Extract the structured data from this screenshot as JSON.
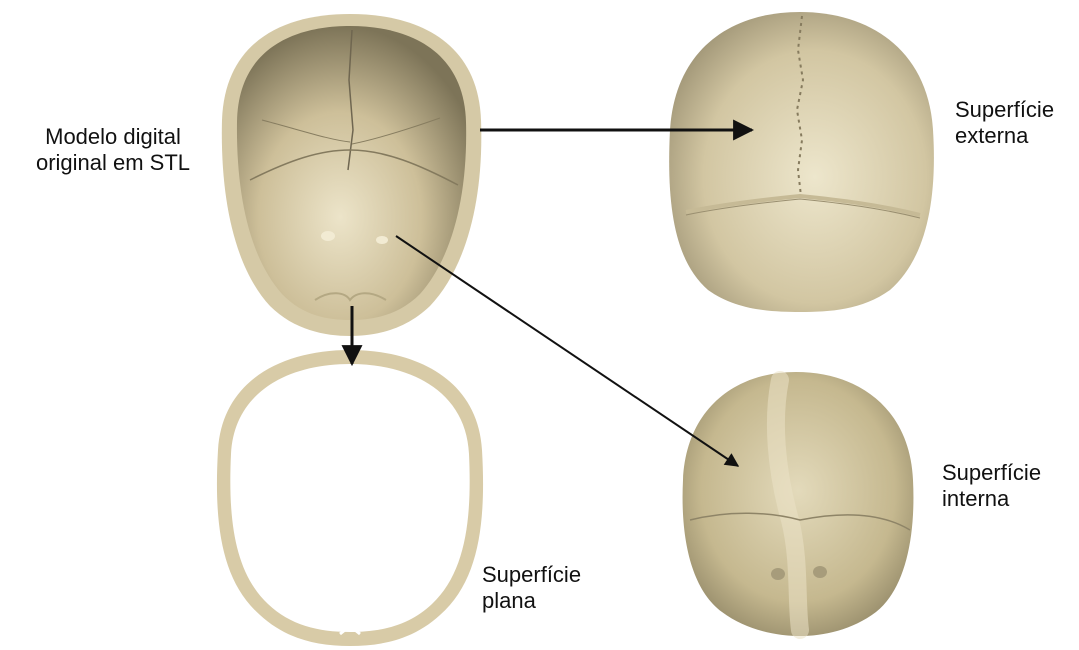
{
  "labels": {
    "original": {
      "line1": "Modelo digital",
      "line2": "original em STL"
    },
    "externa": {
      "line1": "Superfície",
      "line2": "externa"
    },
    "interna": {
      "line1": "Superfície",
      "line2": "interna"
    },
    "plana": {
      "line1": "Superfície",
      "line2": "plana"
    }
  },
  "colors": {
    "bone": "#d8cba7",
    "bone_light": "#e4dbbf",
    "bone_dark": "#9f9473",
    "rim": "#cdbf9b",
    "arrow": "#111111"
  }
}
